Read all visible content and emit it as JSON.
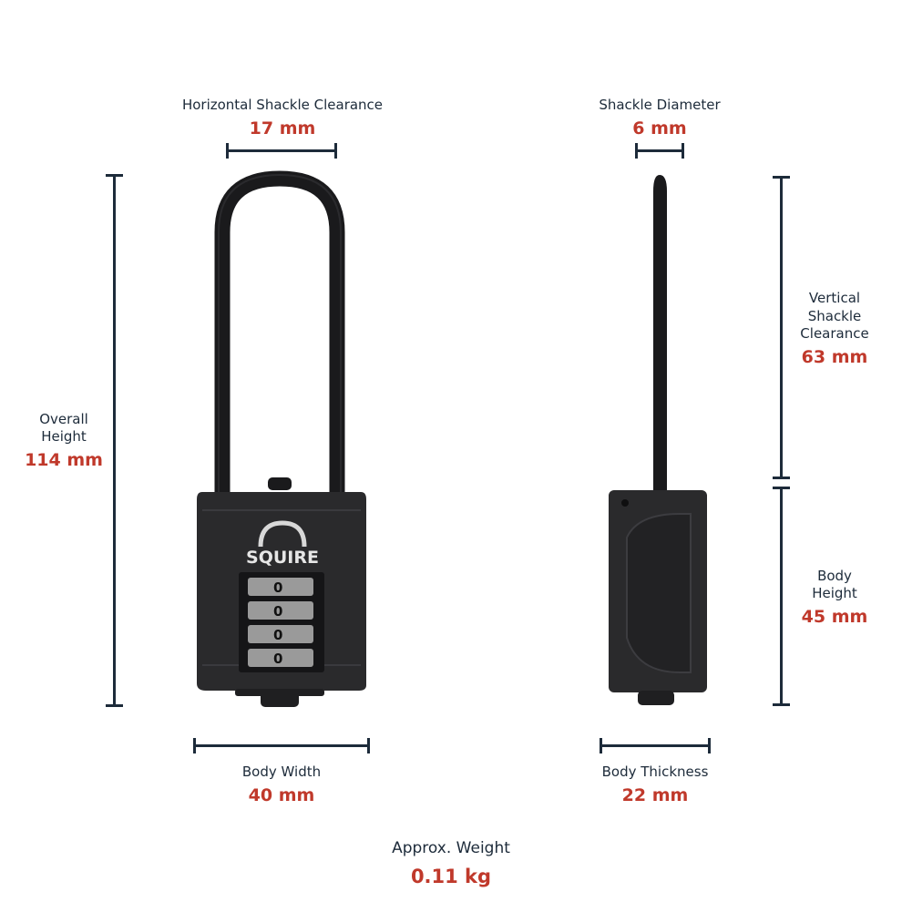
{
  "dimensions": {
    "horizontal_shackle_clearance": {
      "label": "Horizontal Shackle Clearance",
      "value": "17 mm"
    },
    "shackle_diameter": {
      "label": "Shackle Diameter",
      "value": "6 mm"
    },
    "overall_height": {
      "label_line1": "Overall",
      "label_line2": "Height",
      "value": "114 mm"
    },
    "vertical_shackle_clearance": {
      "label_line1": "Vertical",
      "label_line2": "Shackle",
      "label_line3": "Clearance",
      "value": "63 mm"
    },
    "body_height": {
      "label_line1": "Body",
      "label_line2": "Height",
      "value": "45 mm"
    },
    "body_width": {
      "label": "Body Width",
      "value": "40 mm"
    },
    "body_thickness": {
      "label": "Body Thickness",
      "value": "22 mm"
    },
    "weight": {
      "label": "Approx. Weight",
      "value": "0.11 kg"
    }
  },
  "product": {
    "brand": "SQUIRE",
    "dial_digits": [
      "0",
      "0",
      "0",
      "0"
    ]
  },
  "colors": {
    "label": "#1d2b3a",
    "value": "#c0392b",
    "lock_body": "#2a2a2c"
  }
}
